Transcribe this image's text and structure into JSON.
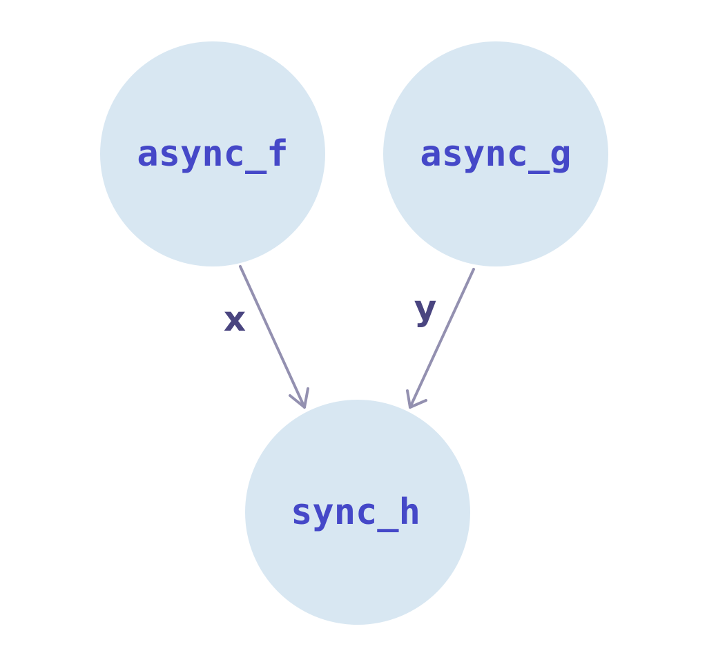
{
  "diagram": {
    "nodes": [
      {
        "id": "async_f",
        "label": "async_f"
      },
      {
        "id": "async_g",
        "label": "async_g"
      },
      {
        "id": "sync_h",
        "label": "sync_h"
      }
    ],
    "edges": [
      {
        "from": "async_f",
        "to": "sync_h",
        "label": "x"
      },
      {
        "from": "async_g",
        "to": "sync_h",
        "label": "y"
      }
    ]
  },
  "colors": {
    "node_fill": "#d8e7f2",
    "node_text": "#4548c8",
    "edge_stroke": "#9390b0",
    "edge_label": "#4a4580"
  }
}
